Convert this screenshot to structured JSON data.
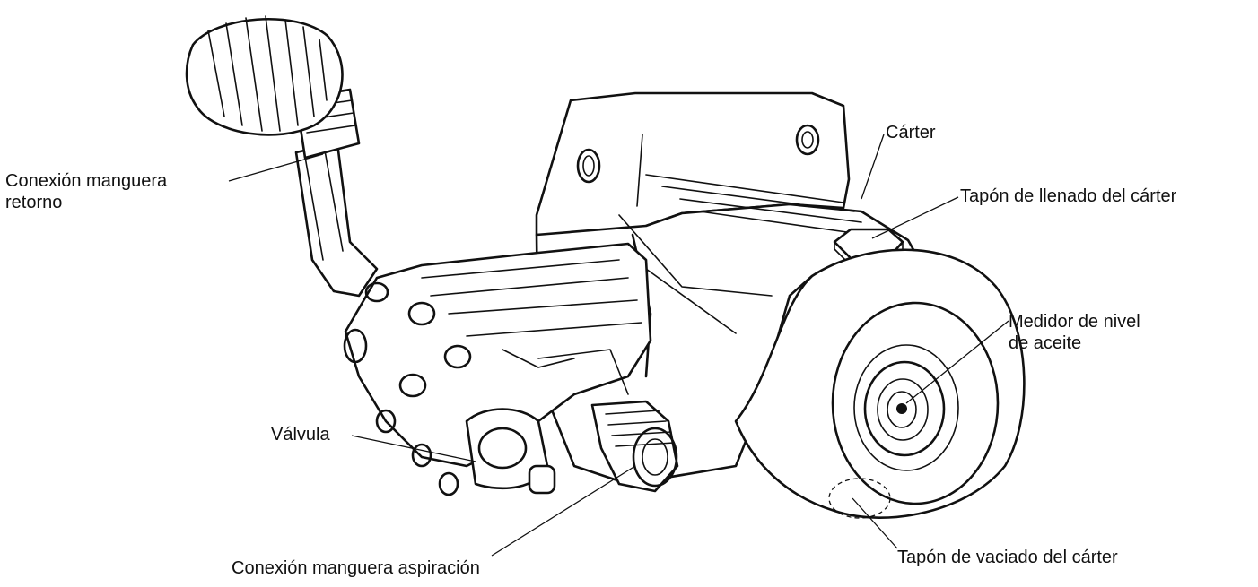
{
  "labels": {
    "return_hose": [
      "Conexión manguera",
      "retorno"
    ],
    "crankcase": "Cárter",
    "fill_plug": "Tapón de llenado del cárter",
    "oil_gauge": [
      "Medidor de nivel",
      "de aceite"
    ],
    "valve": "Válvula",
    "suction_hose": "Conexión manguera aspiración",
    "drain_plug": "Tapón de vaciado del cárter"
  },
  "colors": {
    "ink": "#111111",
    "paper": "#ffffff"
  }
}
